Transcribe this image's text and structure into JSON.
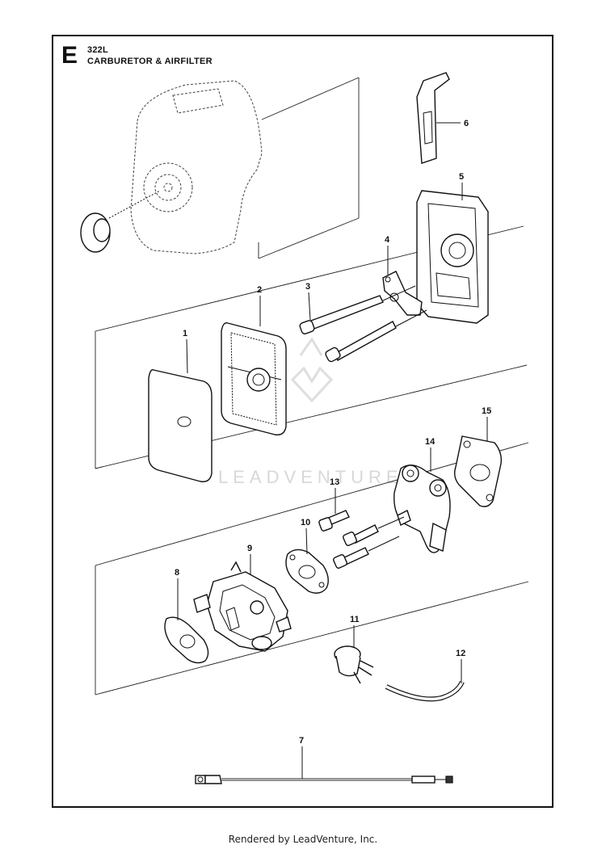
{
  "header": {
    "section_letter": "E",
    "model": "322L",
    "title": "CARBURETOR & AIRFILTER"
  },
  "watermark": "LEADVENTURE",
  "footer": "Rendered by LeadVenture, Inc.",
  "callouts": [
    {
      "number": "1",
      "part": "air-filter-foam"
    },
    {
      "number": "2",
      "part": "filter-frame"
    },
    {
      "number": "3",
      "part": "screw-long"
    },
    {
      "number": "4",
      "part": "plate"
    },
    {
      "number": "5",
      "part": "filter-housing"
    },
    {
      "number": "6",
      "part": "choke-lever"
    },
    {
      "number": "7",
      "part": "throttle-cable"
    },
    {
      "number": "8",
      "part": "gasket-small"
    },
    {
      "number": "9",
      "part": "carburetor"
    },
    {
      "number": "10",
      "part": "gasket-round"
    },
    {
      "number": "11",
      "part": "primer-bulb"
    },
    {
      "number": "12",
      "part": "fuel-hose"
    },
    {
      "number": "13",
      "part": "screw"
    },
    {
      "number": "14",
      "part": "intake-manifold"
    },
    {
      "number": "15",
      "part": "gasket-large"
    }
  ]
}
